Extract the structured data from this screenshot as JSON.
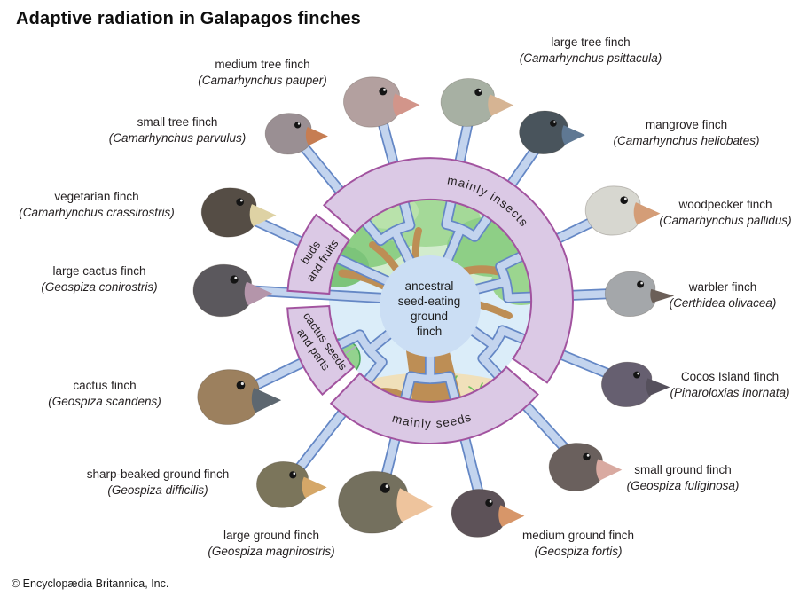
{
  "title": "Adaptive radiation in Galapagos finches",
  "copyright": "© Encyclopædia Britannica, Inc.",
  "theme": {
    "ring_fill": "#dbc9e5",
    "ring_border": "#a2539f",
    "spoke_fill": "#c3d4ee",
    "spoke_border": "#6487c5",
    "center_fill": "#cbdef4",
    "sky_fill": "#dbedf9",
    "label_color": "#231f20"
  },
  "hub": {
    "center_lines": [
      "ancestral",
      "seed-eating",
      "ground",
      "finch"
    ],
    "ring_segments": [
      {
        "id": "mainly-insects",
        "label": "mainly insects"
      },
      {
        "id": "buds-and-fruits",
        "lines": [
          "buds",
          "and fruits"
        ]
      },
      {
        "id": "cactus-seeds-and-parts",
        "lines": [
          "cactus seeds",
          "and parts"
        ]
      },
      {
        "id": "mainly-seeds",
        "label": "mainly seeds"
      }
    ]
  },
  "finches": [
    {
      "name": "medium tree finch",
      "species": "(Camarhynchus pauper)",
      "head_color": "#b3a09f",
      "beak_color": "#d2958a"
    },
    {
      "name": "large tree finch",
      "species": "(Camarhynchus psittacula)",
      "head_color": "#a7b0a3",
      "beak_color": "#d6b493"
    },
    {
      "name": "small tree finch",
      "species": "(Camarhynchus parvulus)",
      "head_color": "#9a8f93",
      "beak_color": "#c67d52"
    },
    {
      "name": "mangrove finch",
      "species": "(Camarhynchus heliobates)",
      "head_color": "#49545c",
      "beak_color": "#5f7893"
    },
    {
      "name": "vegetarian finch",
      "species": "(Camarhynchus crassirostris)",
      "head_color": "#554d45",
      "beak_color": "#ded2a4"
    },
    {
      "name": "woodpecker finch",
      "species": "(Camarhynchus pallidus)",
      "head_color": "#d7d7d0",
      "beak_color": "#d49d77"
    },
    {
      "name": "large cactus finch",
      "species": "(Geospiza conirostris)",
      "head_color": "#5b585d",
      "beak_color": "#b495aa"
    },
    {
      "name": "warbler finch",
      "species": "(Certhidea olivacea)",
      "head_color": "#a4a7aa",
      "beak_color": "#6b5f58"
    },
    {
      "name": "cactus finch",
      "species": "(Geospiza scandens)",
      "head_color": "#9c805e",
      "beak_color": "#5d6770"
    },
    {
      "name": "Cocos Island finch",
      "species": "(Pinaroloxias inornata)",
      "head_color": "#665f70",
      "beak_color": "#55505c"
    },
    {
      "name": "sharp-beaked ground finch",
      "species": "(Geospiza difficilis)",
      "head_color": "#7b755b",
      "beak_color": "#d5a768"
    },
    {
      "name": "small ground finch",
      "species": "(Geospiza fuliginosa)",
      "head_color": "#6a605d",
      "beak_color": "#d9aaa1"
    },
    {
      "name": "large ground finch",
      "species": "(Geospiza magnirostris)",
      "head_color": "#74705e",
      "beak_color": "#eec49d"
    },
    {
      "name": "medium ground finch",
      "species": "(Geospiza fortis)",
      "head_color": "#5d5258",
      "beak_color": "#d79669"
    }
  ]
}
